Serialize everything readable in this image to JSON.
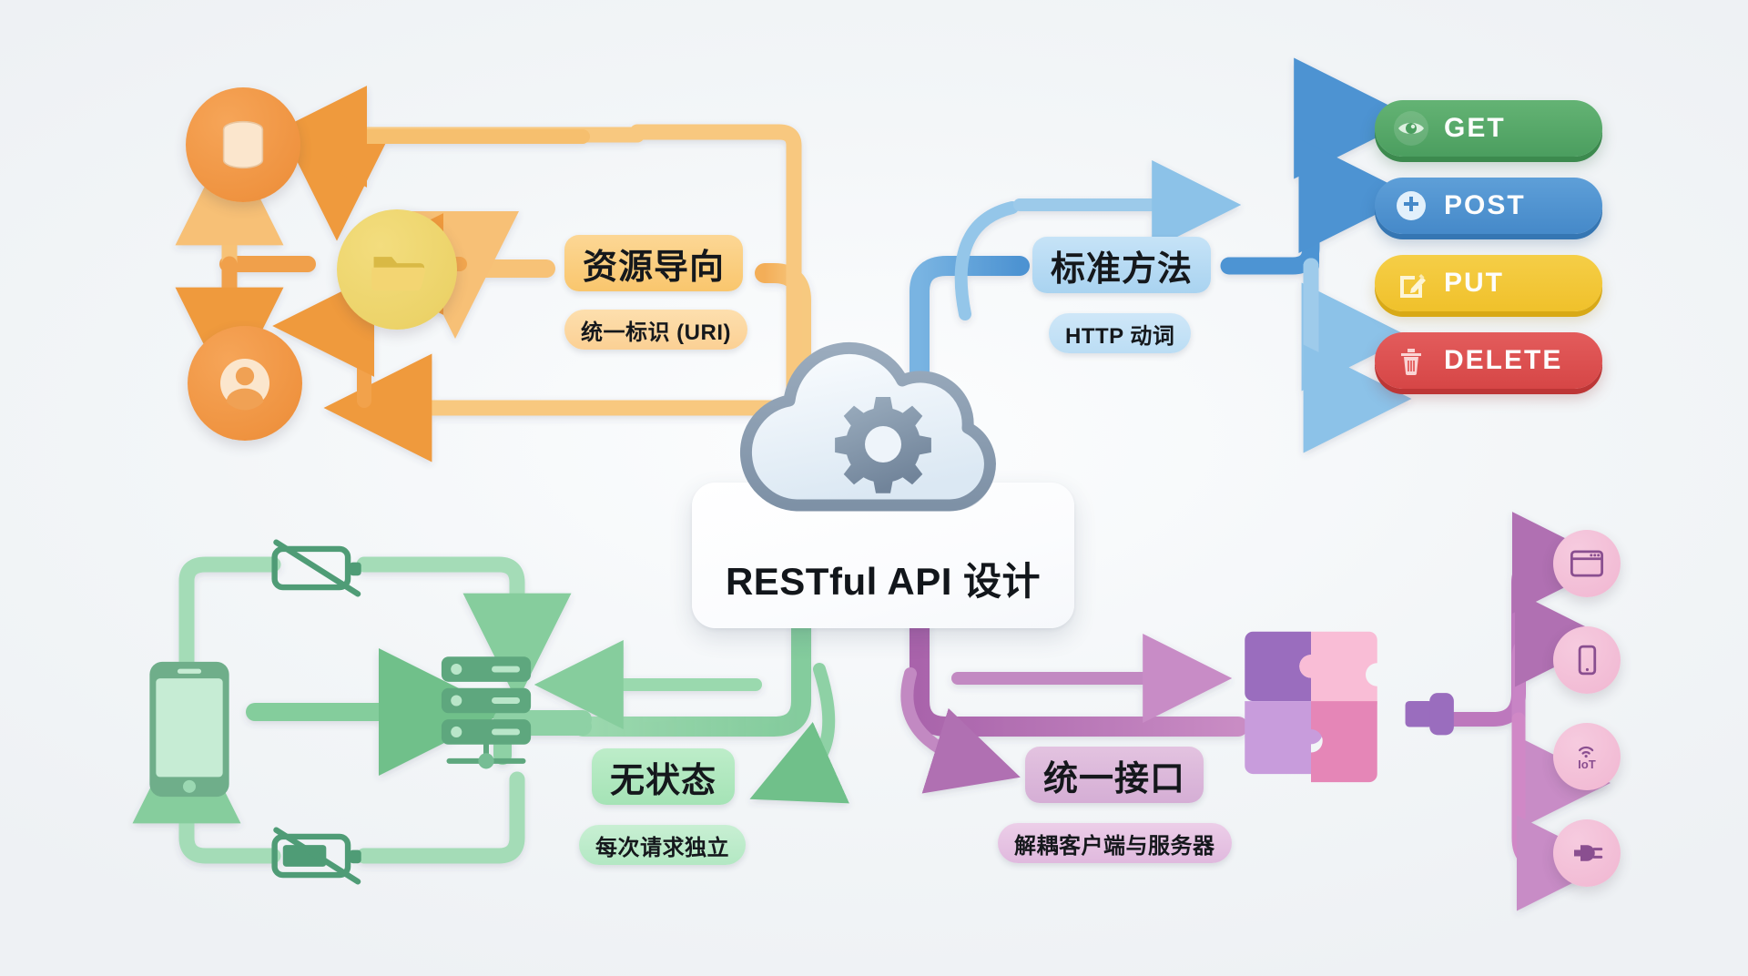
{
  "diagram": {
    "title": "RESTful API 设计",
    "background_color": "#f1f4f7",
    "center": {
      "label": "RESTful API 设计",
      "icon": "cloud-gear-icon"
    },
    "branches": [
      {
        "id": "resource",
        "title": "资源导向",
        "subtitle": "统一标识 (URI)",
        "accent": "#f0a94a",
        "quadrant": "top-left",
        "nodes": [
          {
            "name": "database-icon",
            "label": "database"
          },
          {
            "name": "folder-icon",
            "label": "folder"
          },
          {
            "name": "user-icon",
            "label": "user"
          }
        ]
      },
      {
        "id": "methods",
        "title": "标准方法",
        "subtitle": "HTTP 动词",
        "accent": "#5e9fd8",
        "quadrant": "top-right",
        "methods": [
          {
            "label": "GET",
            "icon": "eye-icon",
            "color": "#4b9e5f"
          },
          {
            "label": "POST",
            "icon": "plus-icon",
            "color": "#4589c9"
          },
          {
            "label": "PUT",
            "icon": "edit-icon",
            "color": "#f0c12b"
          },
          {
            "label": "DELETE",
            "icon": "trash-icon",
            "color": "#d64646"
          }
        ]
      },
      {
        "id": "stateless",
        "title": "无状态",
        "subtitle": "每次请求独立",
        "accent": "#79c894",
        "quadrant": "bottom-left",
        "nodes": [
          {
            "name": "mobile-phone-icon",
            "label": "phone"
          },
          {
            "name": "server-rack-icon",
            "label": "server"
          },
          {
            "name": "battery-off-icon-top",
            "label": "no-state"
          },
          {
            "name": "battery-off-icon-bottom",
            "label": "no-state"
          }
        ]
      },
      {
        "id": "uniform",
        "title": "统一接口",
        "subtitle": "解耦客户端与服务器",
        "accent": "#b571b5",
        "quadrant": "bottom-right",
        "nodes": [
          {
            "name": "puzzle-pieces-icon",
            "label": "puzzle"
          },
          {
            "name": "connector-plug-icon",
            "label": "connector"
          }
        ],
        "clients": [
          {
            "icon": "browser-window-icon",
            "label": "browser"
          },
          {
            "icon": "mobile-device-icon",
            "label": "mobile"
          },
          {
            "icon": "iot-icon",
            "label": "IoT"
          },
          {
            "icon": "plug-icon",
            "label": "plug"
          }
        ]
      }
    ]
  }
}
